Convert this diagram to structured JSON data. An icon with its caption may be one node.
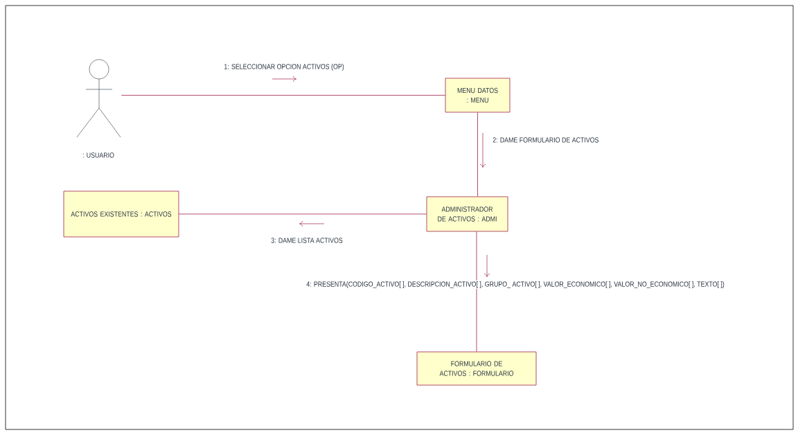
{
  "diagram": {
    "nodes": [
      {
        "text": [
          ": USUARIO"
        ]
      },
      {
        "text": [
          "MENU DATOS : MENU"
        ]
      },
      {
        "text": [
          "ACTIVOS EXISTENTES : ACTIVOS"
        ]
      },
      {
        "text": [
          "ADMINISTRADOR DE ACTIVOS : ADMI"
        ]
      },
      {
        "text": [
          "FORMULARIO DE ACTIVOS : FORMULARIO"
        ]
      }
    ],
    "edges": [
      {
        "from": 0,
        "to": 1,
        "arrow": "none",
        "label": "1: SELECCIONAR OPCION ACTIVOS (OP)"
      },
      {
        "from": 1,
        "to": 3,
        "arrow": "none",
        "label": "2: DAME FORMULARIO DE ACTIVOS"
      },
      {
        "from": 3,
        "to": 2,
        "arrow": "none",
        "label": "3: DAME LISTA ACTIVOS"
      },
      {
        "from": 3,
        "to": 4,
        "arrow": "none",
        "label": "4: PRESENTA(CODIGO_ACTIVO[ ], DESCRIPCION_ACTIVO[ ], GRUPO_ ACTIVO[ ], VALOR_ECONOMICO[ ], VALOR_NO_ECONOMICO[ ], TEXTO[ ])"
      }
    ]
  }
}
